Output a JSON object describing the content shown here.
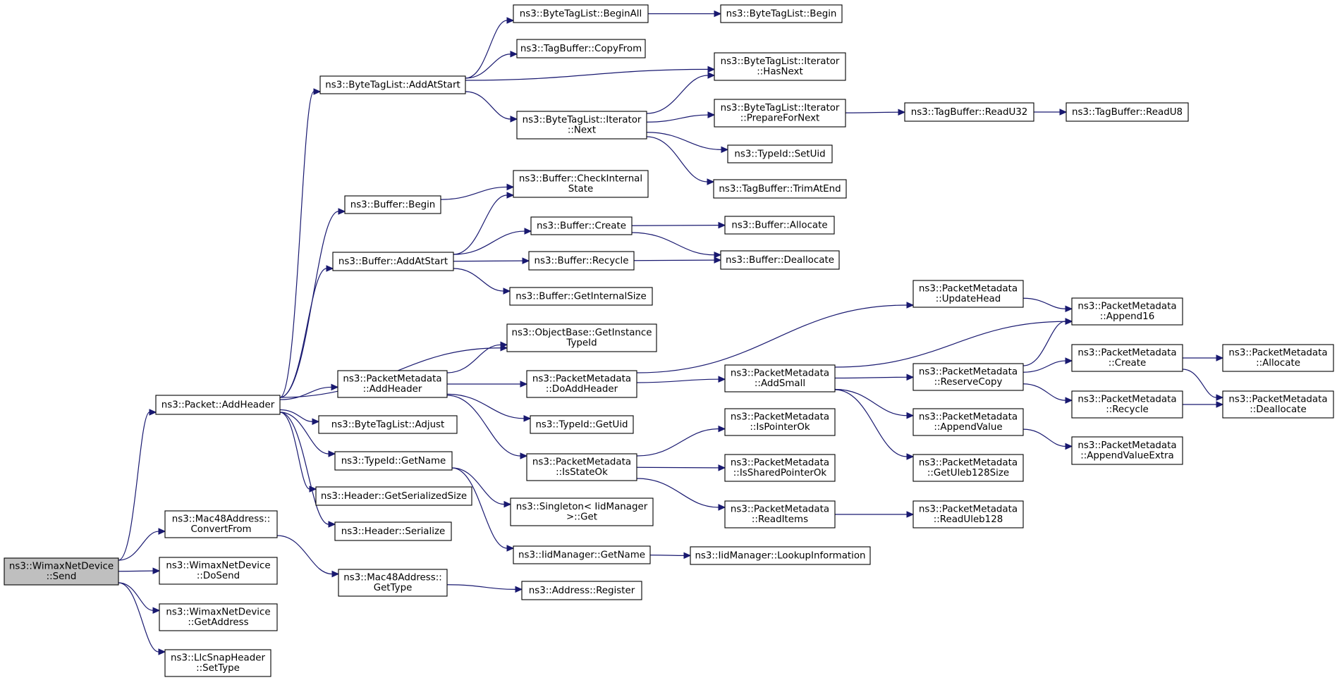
{
  "graph": {
    "nodes": [
      {
        "id": "send",
        "lines": [
          "ns3::WimaxNetDevice",
          "::Send"
        ],
        "root": true
      },
      {
        "id": "addheader",
        "lines": [
          "ns3::Packet::AddHeader"
        ]
      },
      {
        "id": "convertfrom",
        "lines": [
          "ns3::Mac48Address::",
          "ConvertFrom"
        ]
      },
      {
        "id": "dosend",
        "lines": [
          "ns3::WimaxNetDevice",
          "::DoSend"
        ]
      },
      {
        "id": "getaddress",
        "lines": [
          "ns3::WimaxNetDevice",
          "::GetAddress"
        ]
      },
      {
        "id": "settype",
        "lines": [
          "ns3::LlcSnapHeader",
          "::SetType"
        ]
      },
      {
        "id": "btl_addatstart",
        "lines": [
          "ns3::ByteTagList::AddAtStart"
        ]
      },
      {
        "id": "buf_begin",
        "lines": [
          "ns3::Buffer::Begin"
        ]
      },
      {
        "id": "buf_addatstart",
        "lines": [
          "ns3::Buffer::AddAtStart"
        ]
      },
      {
        "id": "getinstancetypeid",
        "lines": [
          "ns3::ObjectBase::GetInstance",
          "TypeId"
        ]
      },
      {
        "id": "pm_addheader",
        "lines": [
          "ns3::PacketMetadata",
          "::AddHeader"
        ]
      },
      {
        "id": "btl_adjust",
        "lines": [
          "ns3::ByteTagList::Adjust"
        ]
      },
      {
        "id": "typeid_getname",
        "lines": [
          "ns3::TypeId::GetName"
        ]
      },
      {
        "id": "hdr_getserializedsize",
        "lines": [
          "ns3::Header::GetSerializedSize"
        ]
      },
      {
        "id": "hdr_serialize",
        "lines": [
          "ns3::Header::Serialize"
        ]
      },
      {
        "id": "mac48_gettype",
        "lines": [
          "ns3::Mac48Address::",
          "GetType"
        ]
      },
      {
        "id": "btl_beginall",
        "lines": [
          "ns3::ByteTagList::BeginAll"
        ]
      },
      {
        "id": "tb_copyfrom",
        "lines": [
          "ns3::TagBuffer::CopyFrom"
        ]
      },
      {
        "id": "btl_it_next",
        "lines": [
          "ns3::ByteTagList::Iterator",
          "::Next"
        ]
      },
      {
        "id": "buf_checkinternal",
        "lines": [
          "ns3::Buffer::CheckInternal",
          "State"
        ]
      },
      {
        "id": "buf_create",
        "lines": [
          "ns3::Buffer::Create"
        ]
      },
      {
        "id": "buf_recycle",
        "lines": [
          "ns3::Buffer::Recycle"
        ]
      },
      {
        "id": "buf_getinternalsize",
        "lines": [
          "ns3::Buffer::GetInternalSize"
        ]
      },
      {
        "id": "pm_doaddheader",
        "lines": [
          "ns3::PacketMetadata",
          "::DoAddHeader"
        ]
      },
      {
        "id": "typeid_getuid",
        "lines": [
          "ns3::TypeId::GetUid"
        ]
      },
      {
        "id": "pm_isstateok",
        "lines": [
          "ns3::PacketMetadata",
          "::IsStateOk"
        ]
      },
      {
        "id": "singleton_get",
        "lines": [
          "ns3::Singleton< IidManager",
          ">::Get"
        ]
      },
      {
        "id": "iid_getname",
        "lines": [
          "ns3::IidManager::GetName"
        ]
      },
      {
        "id": "addr_register",
        "lines": [
          "ns3::Address::Register"
        ]
      },
      {
        "id": "btl_begin",
        "lines": [
          "ns3::ByteTagList::Begin"
        ]
      },
      {
        "id": "btl_it_hasnext",
        "lines": [
          "ns3::ByteTagList::Iterator",
          "::HasNext"
        ]
      },
      {
        "id": "btl_it_preparefornext",
        "lines": [
          "ns3::ByteTagList::Iterator",
          "::PrepareForNext"
        ]
      },
      {
        "id": "typeid_setuid",
        "lines": [
          "ns3::TypeId::SetUid"
        ]
      },
      {
        "id": "tb_trimatend",
        "lines": [
          "ns3::TagBuffer::TrimAtEnd"
        ]
      },
      {
        "id": "buf_allocate",
        "lines": [
          "ns3::Buffer::Allocate"
        ]
      },
      {
        "id": "buf_deallocate",
        "lines": [
          "ns3::Buffer::Deallocate"
        ]
      },
      {
        "id": "pm_addsmall",
        "lines": [
          "ns3::PacketMetadata",
          "::AddSmall"
        ]
      },
      {
        "id": "pm_ispointerok",
        "lines": [
          "ns3::PacketMetadata",
          "::IsPointerOk"
        ]
      },
      {
        "id": "pm_issharedpointerok",
        "lines": [
          "ns3::PacketMetadata",
          "::IsSharedPointerOk"
        ]
      },
      {
        "id": "pm_readitems",
        "lines": [
          "ns3::PacketMetadata",
          "::ReadItems"
        ]
      },
      {
        "id": "iid_lookupinformation",
        "lines": [
          "ns3::IidManager::LookupInformation"
        ]
      },
      {
        "id": "tb_readu32",
        "lines": [
          "ns3::TagBuffer::ReadU32"
        ]
      },
      {
        "id": "pm_updatehead",
        "lines": [
          "ns3::PacketMetadata",
          "::UpdateHead"
        ]
      },
      {
        "id": "pm_reservecopy",
        "lines": [
          "ns3::PacketMetadata",
          "::ReserveCopy"
        ]
      },
      {
        "id": "pm_appendvalue",
        "lines": [
          "ns3::PacketMetadata",
          "::AppendValue"
        ]
      },
      {
        "id": "pm_getuleb128size",
        "lines": [
          "ns3::PacketMetadata",
          "::GetUleb128Size"
        ]
      },
      {
        "id": "pm_readuleb128",
        "lines": [
          "ns3::PacketMetadata",
          "::ReadUleb128"
        ]
      },
      {
        "id": "tb_readu8",
        "lines": [
          "ns3::TagBuffer::ReadU8"
        ]
      },
      {
        "id": "pm_append16",
        "lines": [
          "ns3::PacketMetadata",
          "::Append16"
        ]
      },
      {
        "id": "pm_create",
        "lines": [
          "ns3::PacketMetadata",
          "::Create"
        ]
      },
      {
        "id": "pm_recycle",
        "lines": [
          "ns3::PacketMetadata",
          "::Recycle"
        ]
      },
      {
        "id": "pm_appendvalueextra",
        "lines": [
          "ns3::PacketMetadata",
          "::AppendValueExtra"
        ]
      },
      {
        "id": "pm_allocate",
        "lines": [
          "ns3::PacketMetadata",
          "::Allocate"
        ]
      },
      {
        "id": "pm_deallocate",
        "lines": [
          "ns3::PacketMetadata",
          "::Deallocate"
        ]
      }
    ],
    "edges": [
      [
        "send",
        "addheader"
      ],
      [
        "send",
        "convertfrom"
      ],
      [
        "send",
        "dosend"
      ],
      [
        "send",
        "getaddress"
      ],
      [
        "send",
        "settype"
      ],
      [
        "addheader",
        "btl_addatstart"
      ],
      [
        "addheader",
        "buf_begin"
      ],
      [
        "addheader",
        "buf_addatstart"
      ],
      [
        "addheader",
        "getinstancetypeid"
      ],
      [
        "addheader",
        "pm_addheader"
      ],
      [
        "addheader",
        "btl_adjust"
      ],
      [
        "addheader",
        "typeid_getname"
      ],
      [
        "addheader",
        "hdr_getserializedsize"
      ],
      [
        "addheader",
        "hdr_serialize"
      ],
      [
        "convertfrom",
        "mac48_gettype"
      ],
      [
        "btl_addatstart",
        "btl_beginall"
      ],
      [
        "btl_addatstart",
        "tb_copyfrom"
      ],
      [
        "btl_addatstart",
        "btl_it_hasnext"
      ],
      [
        "btl_addatstart",
        "btl_it_next"
      ],
      [
        "btl_beginall",
        "btl_begin"
      ],
      [
        "btl_it_next",
        "btl_it_hasnext"
      ],
      [
        "btl_it_next",
        "btl_it_preparefornext"
      ],
      [
        "btl_it_next",
        "typeid_setuid"
      ],
      [
        "btl_it_next",
        "tb_trimatend"
      ],
      [
        "btl_it_preparefornext",
        "tb_readu32"
      ],
      [
        "tb_readu32",
        "tb_readu8"
      ],
      [
        "buf_begin",
        "buf_checkinternal"
      ],
      [
        "buf_addatstart",
        "buf_checkinternal"
      ],
      [
        "buf_addatstart",
        "buf_create"
      ],
      [
        "buf_addatstart",
        "buf_recycle"
      ],
      [
        "buf_addatstart",
        "buf_getinternalsize"
      ],
      [
        "buf_create",
        "buf_allocate"
      ],
      [
        "buf_create",
        "buf_deallocate"
      ],
      [
        "buf_recycle",
        "buf_deallocate"
      ],
      [
        "pm_addheader",
        "getinstancetypeid"
      ],
      [
        "pm_addheader",
        "pm_doaddheader"
      ],
      [
        "pm_addheader",
        "typeid_getuid"
      ],
      [
        "pm_addheader",
        "pm_isstateok"
      ],
      [
        "pm_doaddheader",
        "pm_updatehead"
      ],
      [
        "pm_doaddheader",
        "pm_addsmall"
      ],
      [
        "pm_isstateok",
        "pm_ispointerok"
      ],
      [
        "pm_isstateok",
        "pm_issharedpointerok"
      ],
      [
        "pm_isstateok",
        "pm_readitems"
      ],
      [
        "pm_readitems",
        "pm_readuleb128"
      ],
      [
        "typeid_getname",
        "singleton_get"
      ],
      [
        "typeid_getname",
        "iid_getname"
      ],
      [
        "iid_getname",
        "iid_lookupinformation"
      ],
      [
        "mac48_gettype",
        "addr_register"
      ],
      [
        "pm_updatehead",
        "pm_append16"
      ],
      [
        "pm_addsmall",
        "pm_append16"
      ],
      [
        "pm_addsmall",
        "pm_reservecopy"
      ],
      [
        "pm_addsmall",
        "pm_appendvalue"
      ],
      [
        "pm_addsmall",
        "pm_getuleb128size"
      ],
      [
        "pm_reservecopy",
        "pm_append16"
      ],
      [
        "pm_reservecopy",
        "pm_create"
      ],
      [
        "pm_reservecopy",
        "pm_recycle"
      ],
      [
        "pm_appendvalue",
        "pm_appendvalueextra"
      ],
      [
        "pm_create",
        "pm_allocate"
      ],
      [
        "pm_create",
        "pm_deallocate"
      ],
      [
        "pm_recycle",
        "pm_deallocate"
      ]
    ],
    "colors": {
      "edge": "#191970",
      "root_fill": "#bfbfbf",
      "node_fill": "#ffffff",
      "node_stroke": "#000000"
    }
  }
}
